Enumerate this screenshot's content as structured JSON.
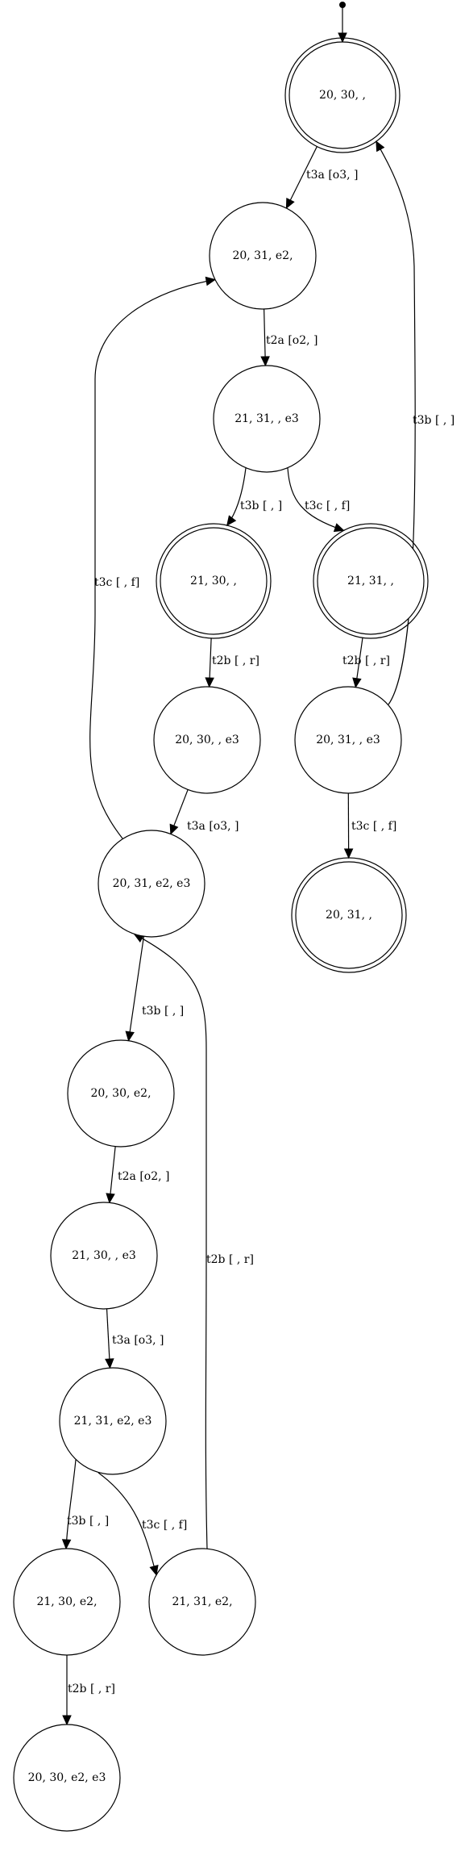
{
  "nodes": [
    {
      "id": "n1",
      "label": "20, 30, ,",
      "accepting": true
    },
    {
      "id": "n2",
      "label": "20, 31, e2,",
      "accepting": false
    },
    {
      "id": "n3",
      "label": "21, 31, , e3",
      "accepting": false
    },
    {
      "id": "n4",
      "label": "21, 30, ,",
      "accepting": true
    },
    {
      "id": "n5",
      "label": "21, 31, ,",
      "accepting": true
    },
    {
      "id": "n6",
      "label": "20, 30, , e3",
      "accepting": false
    },
    {
      "id": "n7",
      "label": "20, 31, , e3",
      "accepting": false
    },
    {
      "id": "n8",
      "label": "20, 31, e2, e3",
      "accepting": false
    },
    {
      "id": "n9",
      "label": "20, 31, ,",
      "accepting": true
    },
    {
      "id": "n10",
      "label": "20, 30, e2,",
      "accepting": false
    },
    {
      "id": "n11",
      "label": "21, 30, , e3",
      "accepting": false
    },
    {
      "id": "n12",
      "label": "21, 31, e2, e3",
      "accepting": false
    },
    {
      "id": "n13",
      "label": "21, 30, e2,",
      "accepting": false
    },
    {
      "id": "n14",
      "label": "21, 31, e2,",
      "accepting": false
    },
    {
      "id": "n15",
      "label": "20, 30, e2, e3",
      "accepting": false
    }
  ],
  "edges": [
    {
      "id": "e1",
      "from": "n1",
      "to": "n2",
      "label": "t3a [o3,  ]"
    },
    {
      "id": "e2",
      "from": "n2",
      "to": "n3",
      "label": "t2a [o2,  ]"
    },
    {
      "id": "e3",
      "from": "n3",
      "to": "n4",
      "label": "t3b [ ,  ]"
    },
    {
      "id": "e4",
      "from": "n3",
      "to": "n5",
      "label": "t3c [ , f]"
    },
    {
      "id": "e5",
      "from": "n4",
      "to": "n6",
      "label": "t2b [ , r]"
    },
    {
      "id": "e6",
      "from": "n5",
      "to": "n7",
      "label": "t2b [ , r]"
    },
    {
      "id": "e7",
      "from": "n7",
      "to": "n1",
      "label": "t3b [ ,  ]"
    },
    {
      "id": "e8",
      "from": "n6",
      "to": "n8",
      "label": "t3a [o3,  ]"
    },
    {
      "id": "e9",
      "from": "n7",
      "to": "n9",
      "label": "t3c [ , f]"
    },
    {
      "id": "e10",
      "from": "n8",
      "to": "n2",
      "label": "t3c [ , f]"
    },
    {
      "id": "e11",
      "from": "n8",
      "to": "n10",
      "label": "t3b [ ,  ]"
    },
    {
      "id": "e12",
      "from": "n10",
      "to": "n11",
      "label": "t2a [o2,  ]"
    },
    {
      "id": "e13",
      "from": "n11",
      "to": "n12",
      "label": "t3a [o3,  ]"
    },
    {
      "id": "e14",
      "from": "n14",
      "to": "n8",
      "label": "t2b [ , r]"
    },
    {
      "id": "e15",
      "from": "n12",
      "to": "n13",
      "label": "t3b [ ,  ]"
    },
    {
      "id": "e16",
      "from": "n12",
      "to": "n14",
      "label": "t3c [ , f]"
    },
    {
      "id": "e17",
      "from": "n13",
      "to": "n15",
      "label": "t2b [ , r]"
    }
  ]
}
